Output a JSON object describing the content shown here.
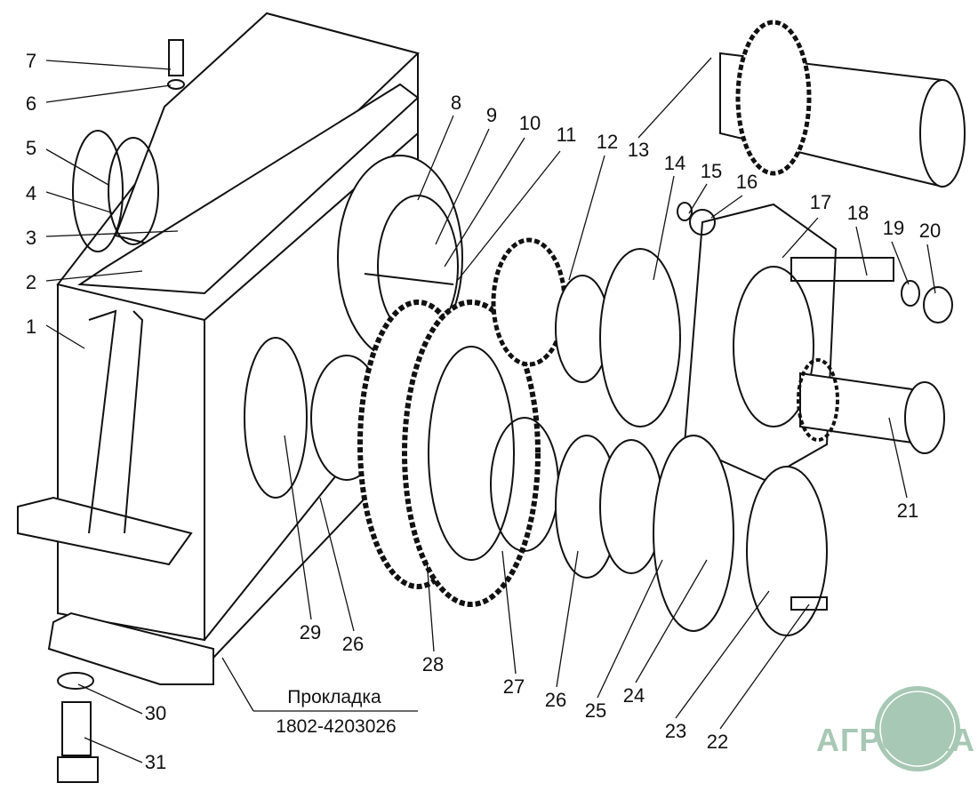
{
  "diagram": {
    "part_labels": [
      "1",
      "2",
      "3",
      "4",
      "5",
      "6",
      "7",
      "8",
      "9",
      "10",
      "11",
      "12",
      "13",
      "14",
      "15",
      "16",
      "17",
      "18",
      "19",
      "20",
      "21",
      "22",
      "23",
      "24",
      "25",
      "26",
      "27",
      "28",
      "26",
      "29",
      "30",
      "31"
    ],
    "caption": {
      "line1": "Прокладка",
      "line2": "1802-4203026"
    },
    "logo_text": "АГРОНКА",
    "colors": {
      "line": "#111111",
      "logo": "#a7c8b4"
    }
  }
}
